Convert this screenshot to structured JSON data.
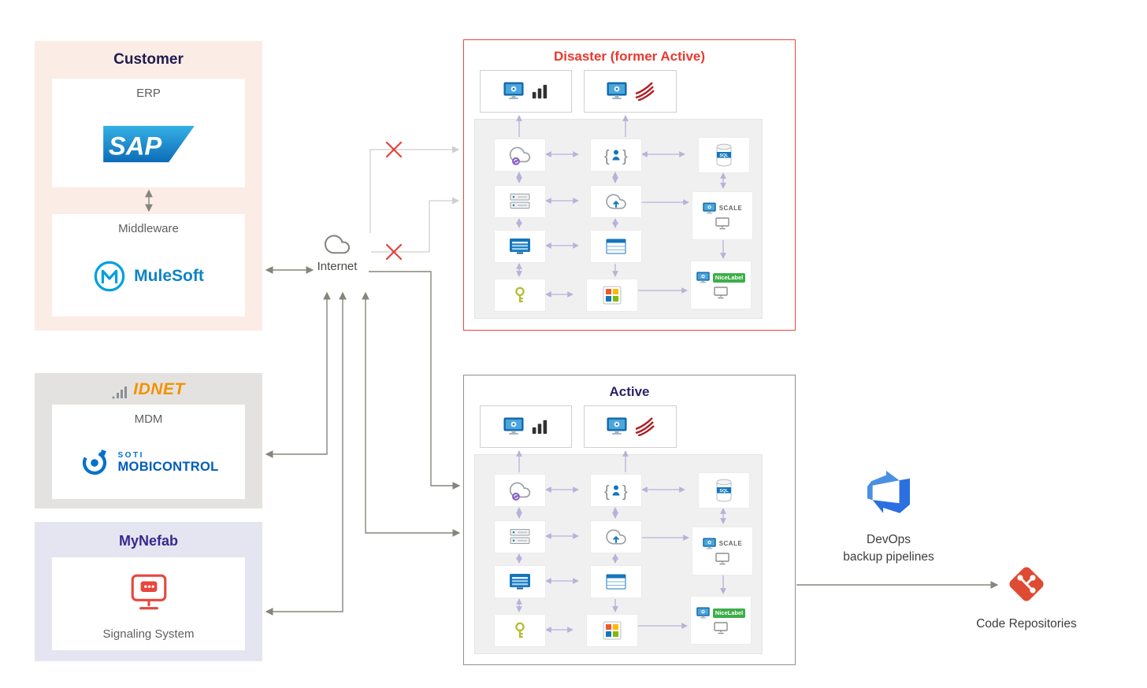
{
  "customer": {
    "title": "Customer",
    "erp": {
      "label": "ERP",
      "logo": "SAP"
    },
    "middleware": {
      "label": "Middleware",
      "logo": "MuleSoft"
    }
  },
  "idnet": {
    "logo": "IDNET",
    "mdm": {
      "label": "MDM",
      "brand_top": "SOTI",
      "brand_bottom": "MOBICONTROL"
    }
  },
  "mynefab": {
    "title": "MyNefab",
    "label": "Signaling System"
  },
  "internet": {
    "label": "Internet"
  },
  "environments": {
    "disaster": {
      "title": "Disaster (former Active)"
    },
    "active": {
      "title": "Active"
    },
    "tiles": {
      "sql_label": "SQL",
      "scale_label": "SCALE",
      "nicelabel_label": "NiceLabel"
    }
  },
  "devops": {
    "line1": "DevOps",
    "line2": "backup pipelines"
  },
  "repositories": {
    "label": "Code Repositories"
  },
  "colors": {
    "disaster_red": "#e8473e",
    "active_purple": "#2d2166",
    "customer_bg": "#fbece5",
    "idnet_orange": "#f39200",
    "mynefab_purple": "#39288e",
    "sap_blue": "#0d6cb8",
    "mulesoft_blue": "#0e83c8",
    "soti_blue": "#0071ce",
    "signal_red": "#e8463c",
    "git_red": "#de4b32",
    "devops_blue": "#2a70e0",
    "nicelabel_green": "#3dae49",
    "broken_x_red": "#e0443a"
  }
}
